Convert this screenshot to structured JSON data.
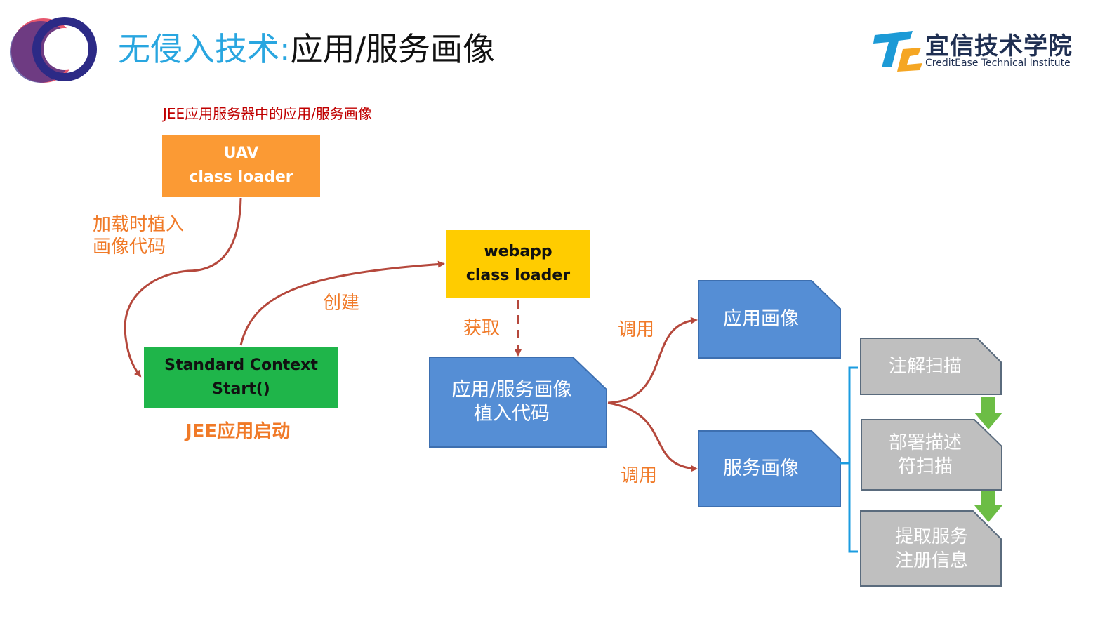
{
  "header": {
    "title_highlight": "无侵入技术:",
    "title_rest": "应用/服务画像"
  },
  "brand": {
    "name_cn": "宜信技术学院",
    "name_en": "CreditEase Technical Institute",
    "monogram": "TC"
  },
  "diagram": {
    "subtitle": "JEE应用服务器中的应用/服务画像",
    "uav_box": {
      "line1": "UAV",
      "line2": "class loader"
    },
    "webapp_box": {
      "line1": "webapp",
      "line2": "class loader"
    },
    "context_box": {
      "line1": "Standard Context",
      "line2": "Start()"
    },
    "jee_start_label": "JEE应用启动",
    "inject_label": {
      "line1": "加载时植入",
      "line2": "画像代码"
    },
    "create_label": "创建",
    "fetch_label": "获取",
    "call_label_top": "调用",
    "call_label_bottom": "调用",
    "inject_code_doc": {
      "line1": "应用/服务画像",
      "line2": "植入代码"
    },
    "app_profile_doc": "应用画像",
    "service_profile_doc": "服务画像",
    "scan_steps": [
      {
        "line1": "注解扫描",
        "line2": ""
      },
      {
        "line1": "部署描述",
        "line2": "符扫描"
      },
      {
        "line1": "提取服务",
        "line2": "注册信息"
      }
    ]
  },
  "colors": {
    "title_blue": "#29a6e0",
    "subtitle_red": "#c00000",
    "label_orange": "#f07a28",
    "arrow_red": "#b5483c",
    "box_orange": "#fb9a34",
    "box_yellow": "#ffcc00",
    "box_green": "#1fb54a",
    "doc_blue": "#558ed5",
    "doc_gray": "#bfbfbf",
    "bracket_blue": "#1b9ce0",
    "arrow_green": "#6cbd45"
  }
}
